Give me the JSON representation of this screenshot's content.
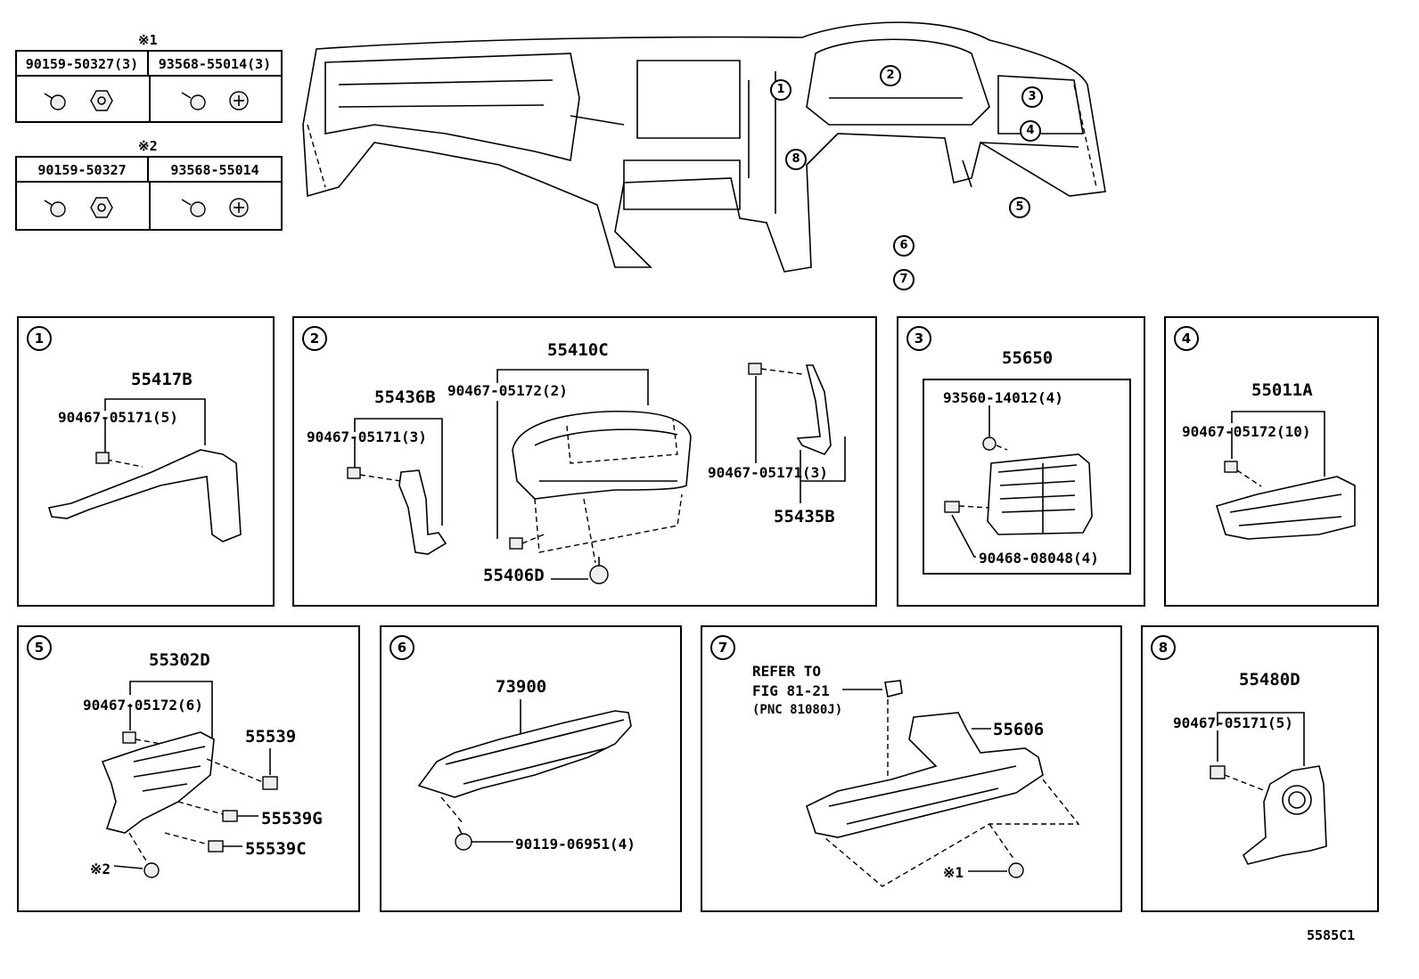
{
  "legend_tables": [
    {
      "mark": "※1",
      "codes": [
        "90159-50327(3)",
        "93568-55014(3)"
      ]
    },
    {
      "mark": "※2",
      "codes": [
        "90159-50327",
        "93568-55014"
      ]
    }
  ],
  "overview_callouts": [
    "1",
    "2",
    "3",
    "4",
    "5",
    "6",
    "7",
    "8"
  ],
  "panels": {
    "p1": {
      "num": "1",
      "part": "55417B",
      "clip": "90467-05171(5)"
    },
    "p2": {
      "num": "2",
      "main": "55410C",
      "clip_main": "90467-05172(2)",
      "left_part": "55436B",
      "left_clip": "90467-05171(3)",
      "right_part": "55435B",
      "right_clip": "90467-05171(3)",
      "bottom_part": "55406D"
    },
    "p3": {
      "num": "3",
      "part": "55650",
      "screw": "93560-14012(4)",
      "clip": "90468-08048(4)"
    },
    "p4": {
      "num": "4",
      "part": "55011A",
      "clip": "90467-05172(10)"
    },
    "p5": {
      "num": "5",
      "part": "55302D",
      "clip": "90467-05172(6)",
      "sub1": "55539",
      "sub2": "55539G",
      "sub3": "55539C",
      "mark": "※2"
    },
    "p6": {
      "num": "6",
      "part": "73900",
      "screw": "90119-06951(4)"
    },
    "p7": {
      "num": "7",
      "refer1": "REFER TO",
      "refer2": "FIG 81-21",
      "refer3": "(PNC 81080J)",
      "part": "55606",
      "mark": "※1"
    },
    "p8": {
      "num": "8",
      "part": "55480D",
      "clip": "90467-05171(5)"
    }
  },
  "figure_code": "5585C1"
}
